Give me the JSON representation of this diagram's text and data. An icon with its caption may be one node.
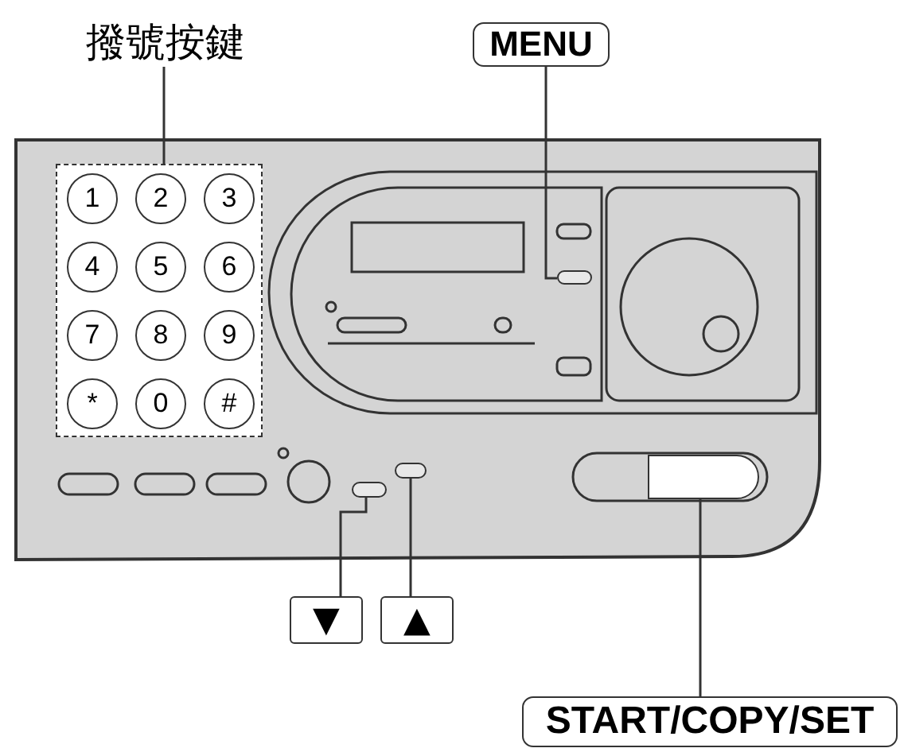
{
  "diagram": {
    "nodes": [
      {
        "text": [
          "撥號按鍵"
        ]
      },
      {
        "text": [],
        "shape": "box"
      },
      {
        "text": [
          "1"
        ],
        "in": 1
      },
      {
        "text": [
          "2"
        ],
        "in": 1
      },
      {
        "text": [
          "3"
        ],
        "in": 1
      },
      {
        "text": [
          "4"
        ],
        "in": 1
      },
      {
        "text": [
          "5"
        ],
        "in": 1
      },
      {
        "text": [
          "6"
        ],
        "in": 1
      },
      {
        "text": [
          "7"
        ],
        "in": 1
      },
      {
        "text": [
          "8"
        ],
        "in": 1
      },
      {
        "text": [
          "9"
        ],
        "in": 1
      },
      {
        "text": [
          "*"
        ],
        "in": 1
      },
      {
        "text": [
          "0"
        ],
        "in": 1
      },
      {
        "text": [
          "#"
        ],
        "in": 1
      },
      {
        "text": [
          "MENU"
        ]
      },
      {
        "text": [],
        "shape": "box"
      },
      {
        "text": [
          "▼"
        ]
      },
      {
        "text": [
          "▲"
        ]
      },
      {
        "text": [],
        "shape": "box"
      },
      {
        "text": [],
        "shape": "box"
      },
      {
        "text": [
          "START/COPY/SET"
        ]
      },
      {
        "text": [],
        "shape": "box"
      }
    ],
    "edges": [
      {
        "from": 0,
        "to": 1,
        "arrow": "none"
      },
      {
        "from": 14,
        "to": 15,
        "arrow": "none"
      },
      {
        "from": 16,
        "to": 18,
        "arrow": "none"
      },
      {
        "from": 17,
        "to": 19,
        "arrow": "none"
      },
      {
        "from": 20,
        "to": 21,
        "arrow": "none"
      }
    ]
  }
}
